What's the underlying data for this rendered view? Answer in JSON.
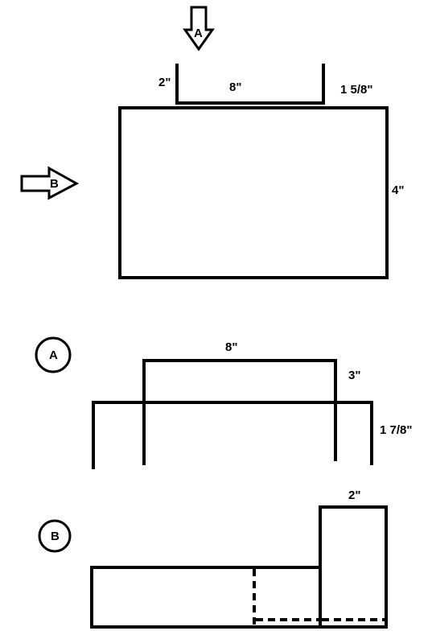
{
  "top_view": {
    "arrow_a_label": "A",
    "arrow_b_label": "B",
    "dim_left_height": "2\"",
    "dim_inner_width": "8\"",
    "dim_right_height": "1 5/8\"",
    "dim_box_height": "4\""
  },
  "view_a": {
    "badge": "A",
    "dim_top_width": "8\"",
    "dim_upper_height": "3\"",
    "dim_lower_height": "1 7/8\""
  },
  "view_b": {
    "badge": "B",
    "dim_column_width": "2\""
  },
  "colors": {
    "stroke": "#000000",
    "background": "#ffffff"
  }
}
